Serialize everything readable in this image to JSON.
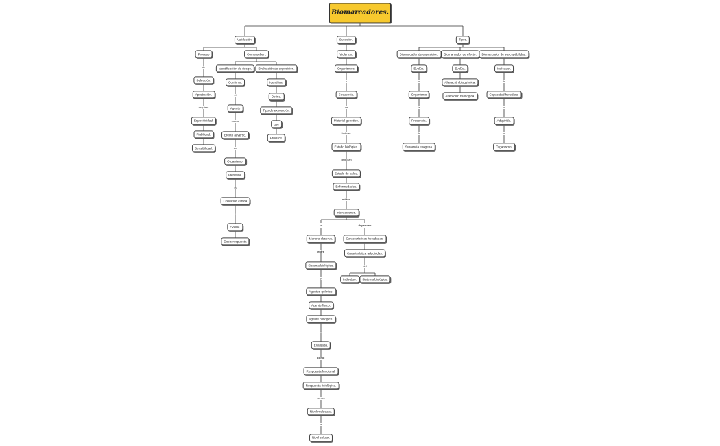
{
  "title": "Biomarcadores.",
  "colors": {
    "title_fill": "#f7c92e",
    "line": "#333333",
    "border": "#444444"
  },
  "branches": {
    "validacion": {
      "label": "Validación.",
      "proceso": "Proceso",
      "de": "de",
      "seleccion": "Selección.",
      "aprobacion": "Aprobación.",
      "requiere": "requiere",
      "especificidad": "Especificidad.",
      "fiabilidad": "Fiabilidad.",
      "sensibilidad": "Sensibilidad.",
      "comprueban": "Comprueban.",
      "identificacion_riesgo": "Identificación de riesgo.",
      "confirma": "Confirma.",
      "el": "el",
      "agente": "Agente",
      "causa": "causa",
      "efecto_adverso": "Efecto adverso.",
      "en": "en",
      "organismo": "Organismo.",
      "identifica": "Identifica.",
      "la": "la",
      "condicion_clinica": "Condición clínica",
      "y": "y",
      "evalua": "Evalúa.",
      "dosis_respuesta": "Dosis-respuesta",
      "evaluacion_exposicion": "Evaluación de exposición.",
      "identifica_2": "Identifica.",
      "define": "Define.",
      "tipo_exposicion": "Tipo de exposición.",
      "que": "que",
      "produce": "Produce."
    },
    "sucesion": {
      "label": "Sucesión.",
      "violencia": "Violencia.",
      "organismos": "Organismos.",
      "o": "o",
      "secuencia": "Secuencia.",
      "de": "de",
      "material_genetico": "Material genético.",
      "indican": "Indican",
      "estado_biologico": "Estado biológico.",
      "detectan": "detectan",
      "estado_salud": "Estado de salud.",
      "enfermedades": "Enfermedades.",
      "miden": "miden",
      "interacciones": "Interacciones.",
      "se": "se",
      "manera_observa": "Manera observa.",
      "entre": "entre",
      "sistema_biologico": "Sistema biológico.",
      "y": "y",
      "agentes_quimicos": "Agentes químico.",
      "agente_fisico": "Agente físico.",
      "agente_biologico": "Agente biológico.",
      "es": "es",
      "evaluada": "Evaluada.",
      "como": "como",
      "respuesta_funcional": "Respuesta funcional.",
      "respuesta_fisiologica": "Respuesta fisiológica.",
      "ocurre": "ocurre",
      "nivel_molecular": "Nivel molecular.",
      "a": "a",
      "nivel_celular": "Nivel celular.",
      "dependen": "dependen",
      "caracteristicas_heredadas": "Características heredadas.",
      "caracteristica_adquiridas": "Característica adquiridas.",
      "del": "del",
      "individuo": "Individuo.",
      "sistema_biologico_2": "Sistema biológico."
    },
    "tipos": {
      "label": "Tipos.",
      "exposicion": "Biomarcador de exposición.",
      "efecto": "Biomarcador de efecto.",
      "susceptibilidad": "Biomarcador de susceptibilidad.",
      "evalua_1": "Evalúa.",
      "en_1": "en",
      "organismo": "Organismo",
      "la": "la",
      "presencia": "Presencia.",
      "de": "de",
      "sustancia_exogena": "Sustancia exógena.",
      "evalua_2": "Evalúa.",
      "alteracion_bioquimica": "Alteración bioquímica.",
      "alteracion_fisiologica": "Alteración fisiológica.",
      "indicador": "Indicador.",
      "de_2": "de",
      "capacidad_heredada": "Capacidad heredara.",
      "o": "o",
      "adquirida": "Adquirida.",
      "en_2": "en",
      "organismo_2": "Organismo."
    }
  }
}
